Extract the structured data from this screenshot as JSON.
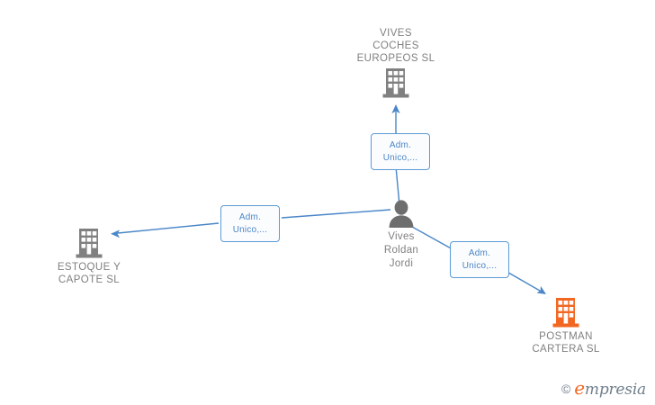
{
  "diagram": {
    "title": "Vives Roldan Jordi corporate relationship graph",
    "background_color": "#ffffff",
    "colors": {
      "entity_grey": "#808080",
      "entity_orange": "#f26722",
      "edge_blue": "#4a86c8",
      "label_border": "#5b9bd5",
      "label_text": "#4a86c8",
      "caption_text": "#808080"
    },
    "nodes": [
      {
        "id": "vives-coches-europeos-sl",
        "type": "company",
        "icon": "building-icon",
        "icon_color": "#808080",
        "label": "VIVES\nCOCHES\nEUROPEOS  SL",
        "label_position": "above"
      },
      {
        "id": "estoque-y-capote-sl",
        "type": "company",
        "icon": "building-icon",
        "icon_color": "#808080",
        "label": "ESTOQUE Y\nCAPOTE  SL",
        "label_position": "below"
      },
      {
        "id": "postman-cartera-sl",
        "type": "company",
        "icon": "building-icon",
        "icon_color": "#f26722",
        "label": "POSTMAN\nCARTERA  SL",
        "label_position": "below"
      },
      {
        "id": "vives-roldan-jordi",
        "type": "person",
        "icon": "person-icon",
        "icon_color": "#808080",
        "label": "Vives\nRoldan\nJordi",
        "label_position": "below"
      }
    ],
    "edges": [
      {
        "id": "edge-to-vives-coches",
        "from": "vives-roldan-jordi",
        "to": "vives-coches-europeos-sl",
        "arrow": "up",
        "label": "Adm.\nUnico,..."
      },
      {
        "id": "edge-to-estoque",
        "from": "vives-roldan-jordi",
        "to": "estoque-y-capote-sl",
        "arrow": "left",
        "label": "Adm.\nUnico,..."
      },
      {
        "id": "edge-to-postman",
        "from": "vives-roldan-jordi",
        "to": "postman-cartera-sl",
        "arrow": "down-right",
        "label": "Adm.\nUnico,..."
      }
    ]
  },
  "watermark": {
    "copyright_symbol": "©",
    "brand_lead": "e",
    "brand_rest": "mpresia"
  }
}
